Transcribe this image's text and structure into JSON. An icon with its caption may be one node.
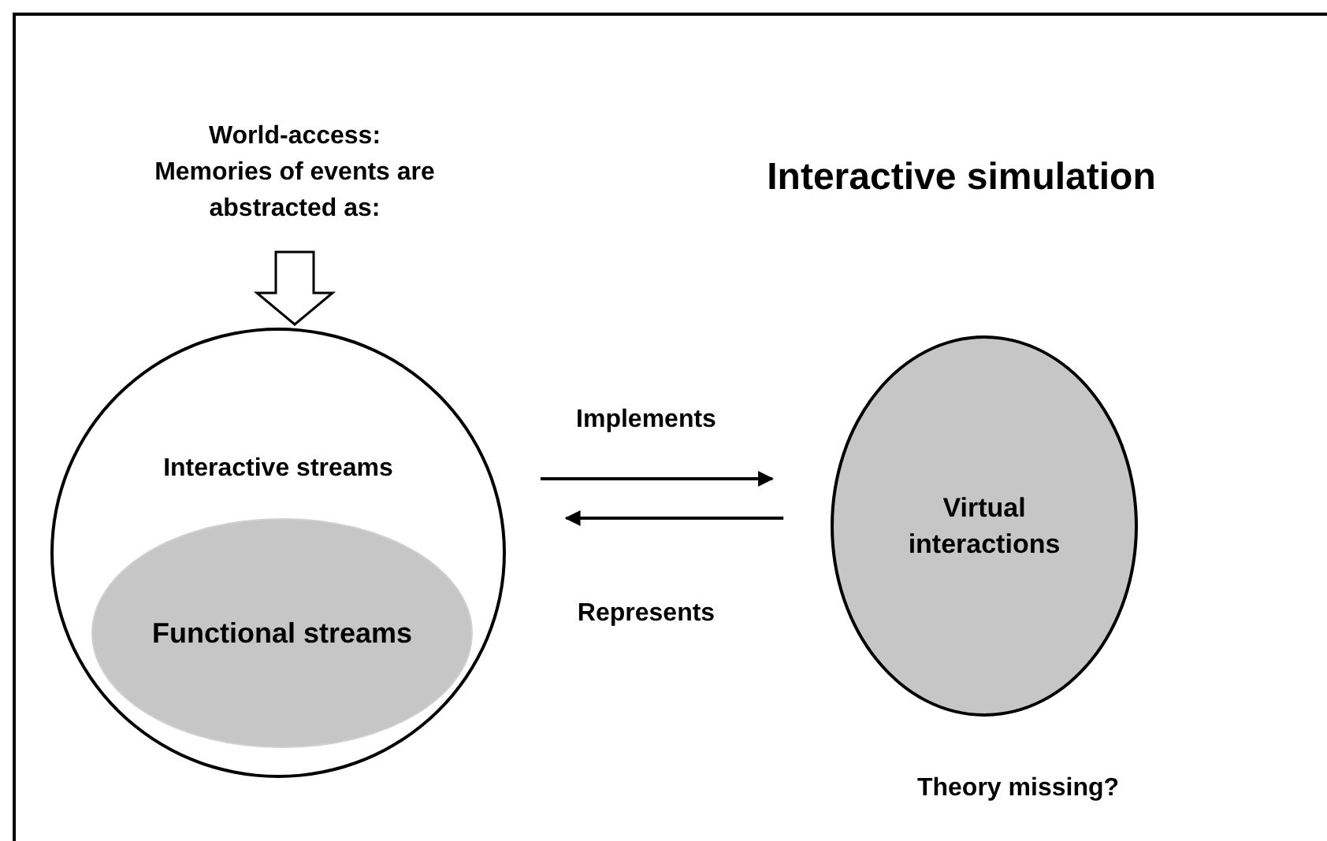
{
  "diagram": {
    "title": "Interactive simulation",
    "nodes": [
      {
        "text": [
          "World-access: Memories of events are abstracted as:"
        ]
      },
      {
        "text": [
          "Interactive streams"
        ]
      },
      {
        "text": [
          "Functional streams"
        ],
        "in": 1
      },
      {
        "text": [
          "Virtual interactions"
        ]
      }
    ],
    "edges": [
      {
        "from": 0,
        "to": 1,
        "arrow": "to"
      },
      {
        "from": 1,
        "to": 3,
        "arrow": "to",
        "label": "Implements"
      },
      {
        "from": 3,
        "to": 1,
        "arrow": "to",
        "label": "Represents"
      }
    ],
    "labels": [
      "Theory missing?"
    ]
  }
}
